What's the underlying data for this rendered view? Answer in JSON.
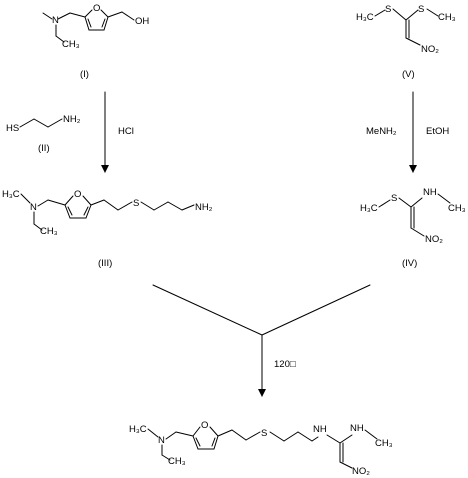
{
  "compounds": {
    "I": {
      "label": "(I)"
    },
    "II": {
      "label": "(II)"
    },
    "III": {
      "label": "(III)"
    },
    "IV": {
      "label": "(IV)"
    },
    "V": {
      "label": "(V)"
    }
  },
  "reagents": {
    "left_arrow": "HCl",
    "right_arrow_1": "MeNH₂",
    "right_arrow_2": "EtOH",
    "final_arrow": "120□"
  },
  "atoms": {
    "N": "N",
    "O": "O",
    "S": "S",
    "OH": "OH",
    "NH": "NH",
    "NH2": "NH₂",
    "NO2": "NO₂",
    "CH3": "CH₃",
    "H3C": "H₃C",
    "HS": "HS"
  }
}
